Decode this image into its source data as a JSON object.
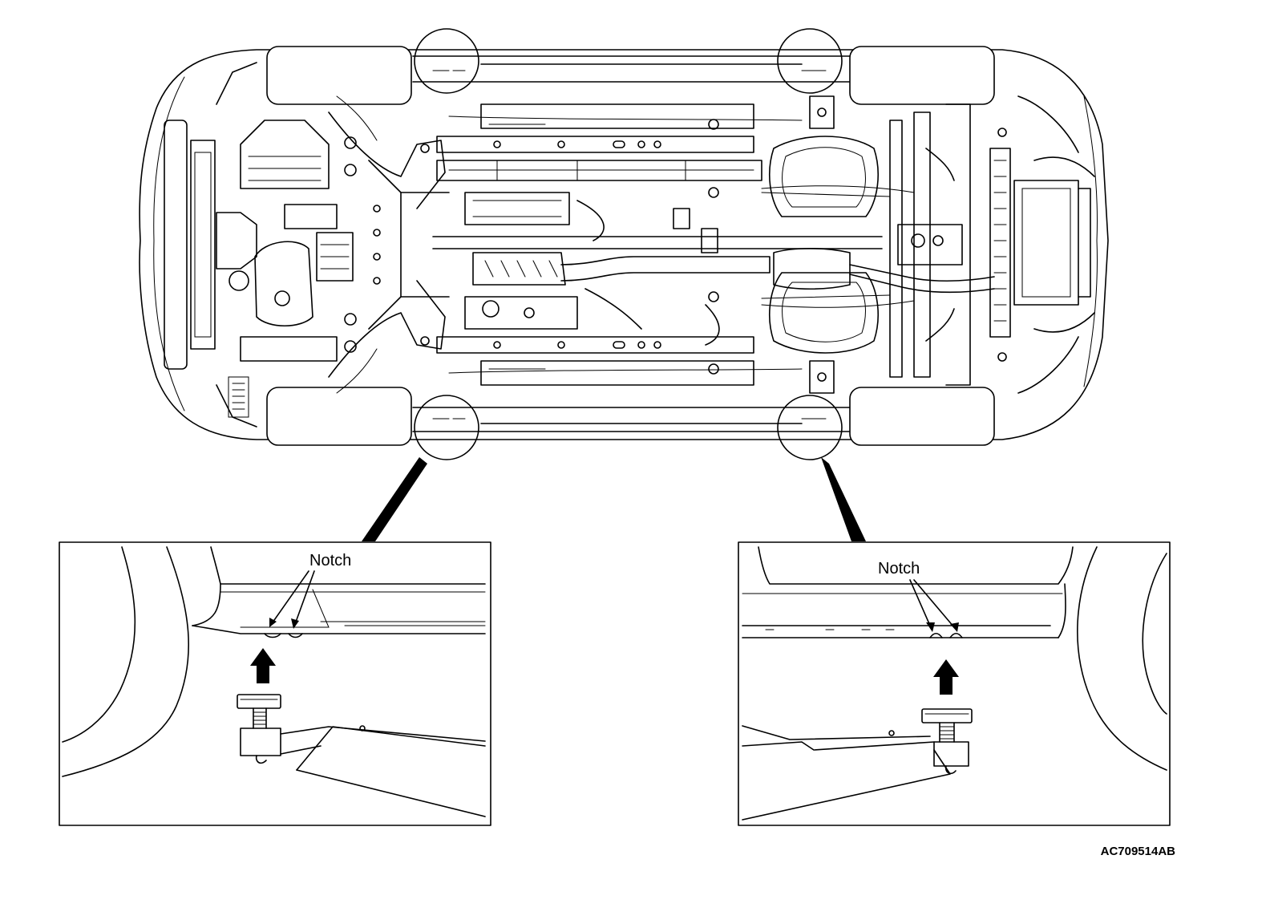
{
  "figure_code": "AC709514AB",
  "callout_left": {
    "label": "Notch"
  },
  "callout_right": {
    "label": "Notch"
  },
  "colors": {
    "line": "#000000",
    "background": "#ffffff"
  }
}
